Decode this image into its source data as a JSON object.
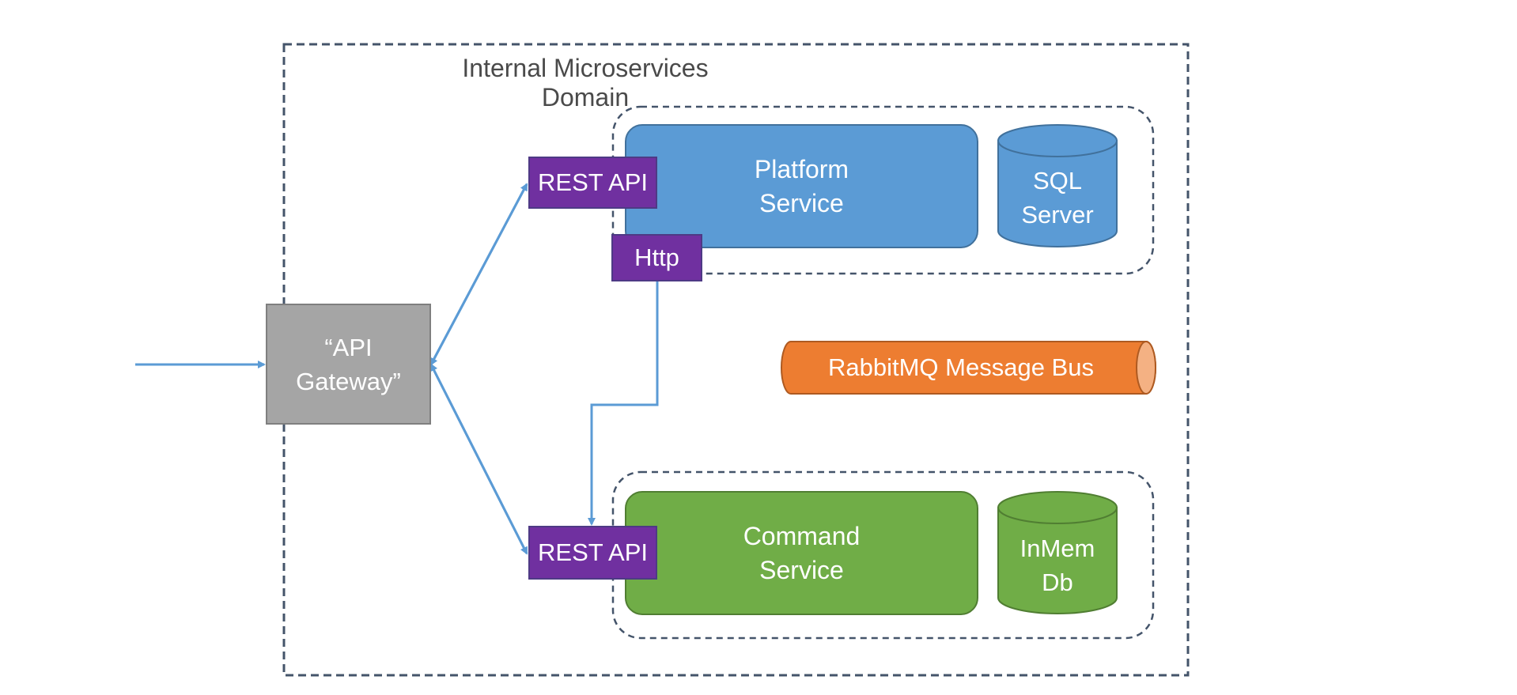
{
  "diagram": {
    "domain_title": "Internal Microservices Domain",
    "gateway_label": "“API\nGateway”",
    "platform": {
      "rest_api": "REST API",
      "http": "Http",
      "service": "Platform\nService",
      "database": "SQL\nServer"
    },
    "message_bus": "RabbitMQ Message Bus",
    "command": {
      "rest_api": "REST API",
      "service": "Command\nService",
      "database": "InMem\nDb"
    }
  },
  "colors": {
    "platform_blue": "#5b9bd5",
    "command_green": "#70ad47",
    "api_purple": "#7030a0",
    "gateway_gray": "#a5a5a5",
    "bus_orange": "#ed7d31",
    "boundary": "#44546a",
    "arrow": "#5b9bd5"
  }
}
